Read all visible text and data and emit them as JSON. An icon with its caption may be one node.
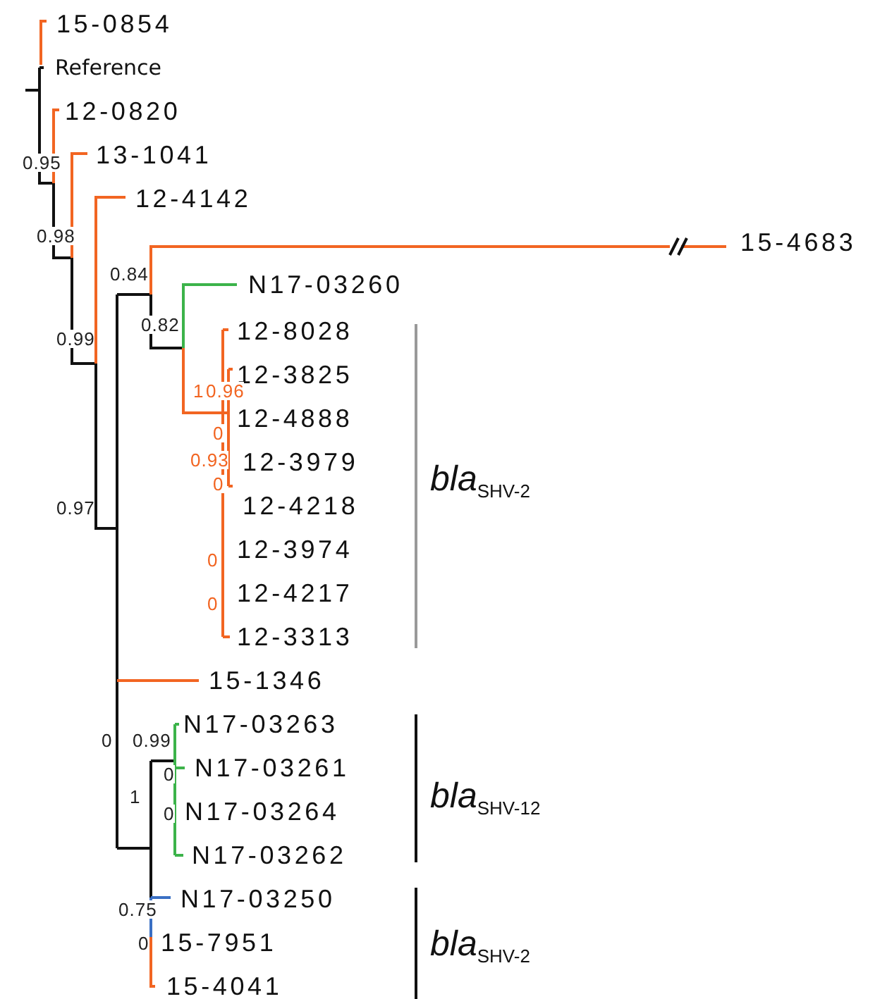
{
  "diagram": {
    "labels": [
      "15-0854",
      "Reference",
      "12-0820",
      "0.95",
      "13-1041",
      "12-4142",
      "0.98",
      "15-4683",
      "0.84",
      "N17-03260",
      "0.82",
      "12-8028",
      "0.99",
      "12-3825",
      "1",
      "0.96",
      "12-4888",
      "0",
      "0.93",
      "0",
      "12-3979",
      "*bla*$_{SHV-2}$",
      "0.97",
      "12-4218",
      "0",
      "12-3974",
      "0",
      "12-4217",
      "12-3313",
      "15-1346",
      "N17-03263",
      "0",
      "0.99",
      "0",
      "N17-03261",
      "1",
      "*bla*$_{SHV-12}$",
      "0",
      "N17-03264",
      "N17-03262",
      "0.75",
      "N17-03250",
      "0",
      "15-7951",
      "*bla*$_{SHV-2}$",
      "15-4041"
    ]
  }
}
